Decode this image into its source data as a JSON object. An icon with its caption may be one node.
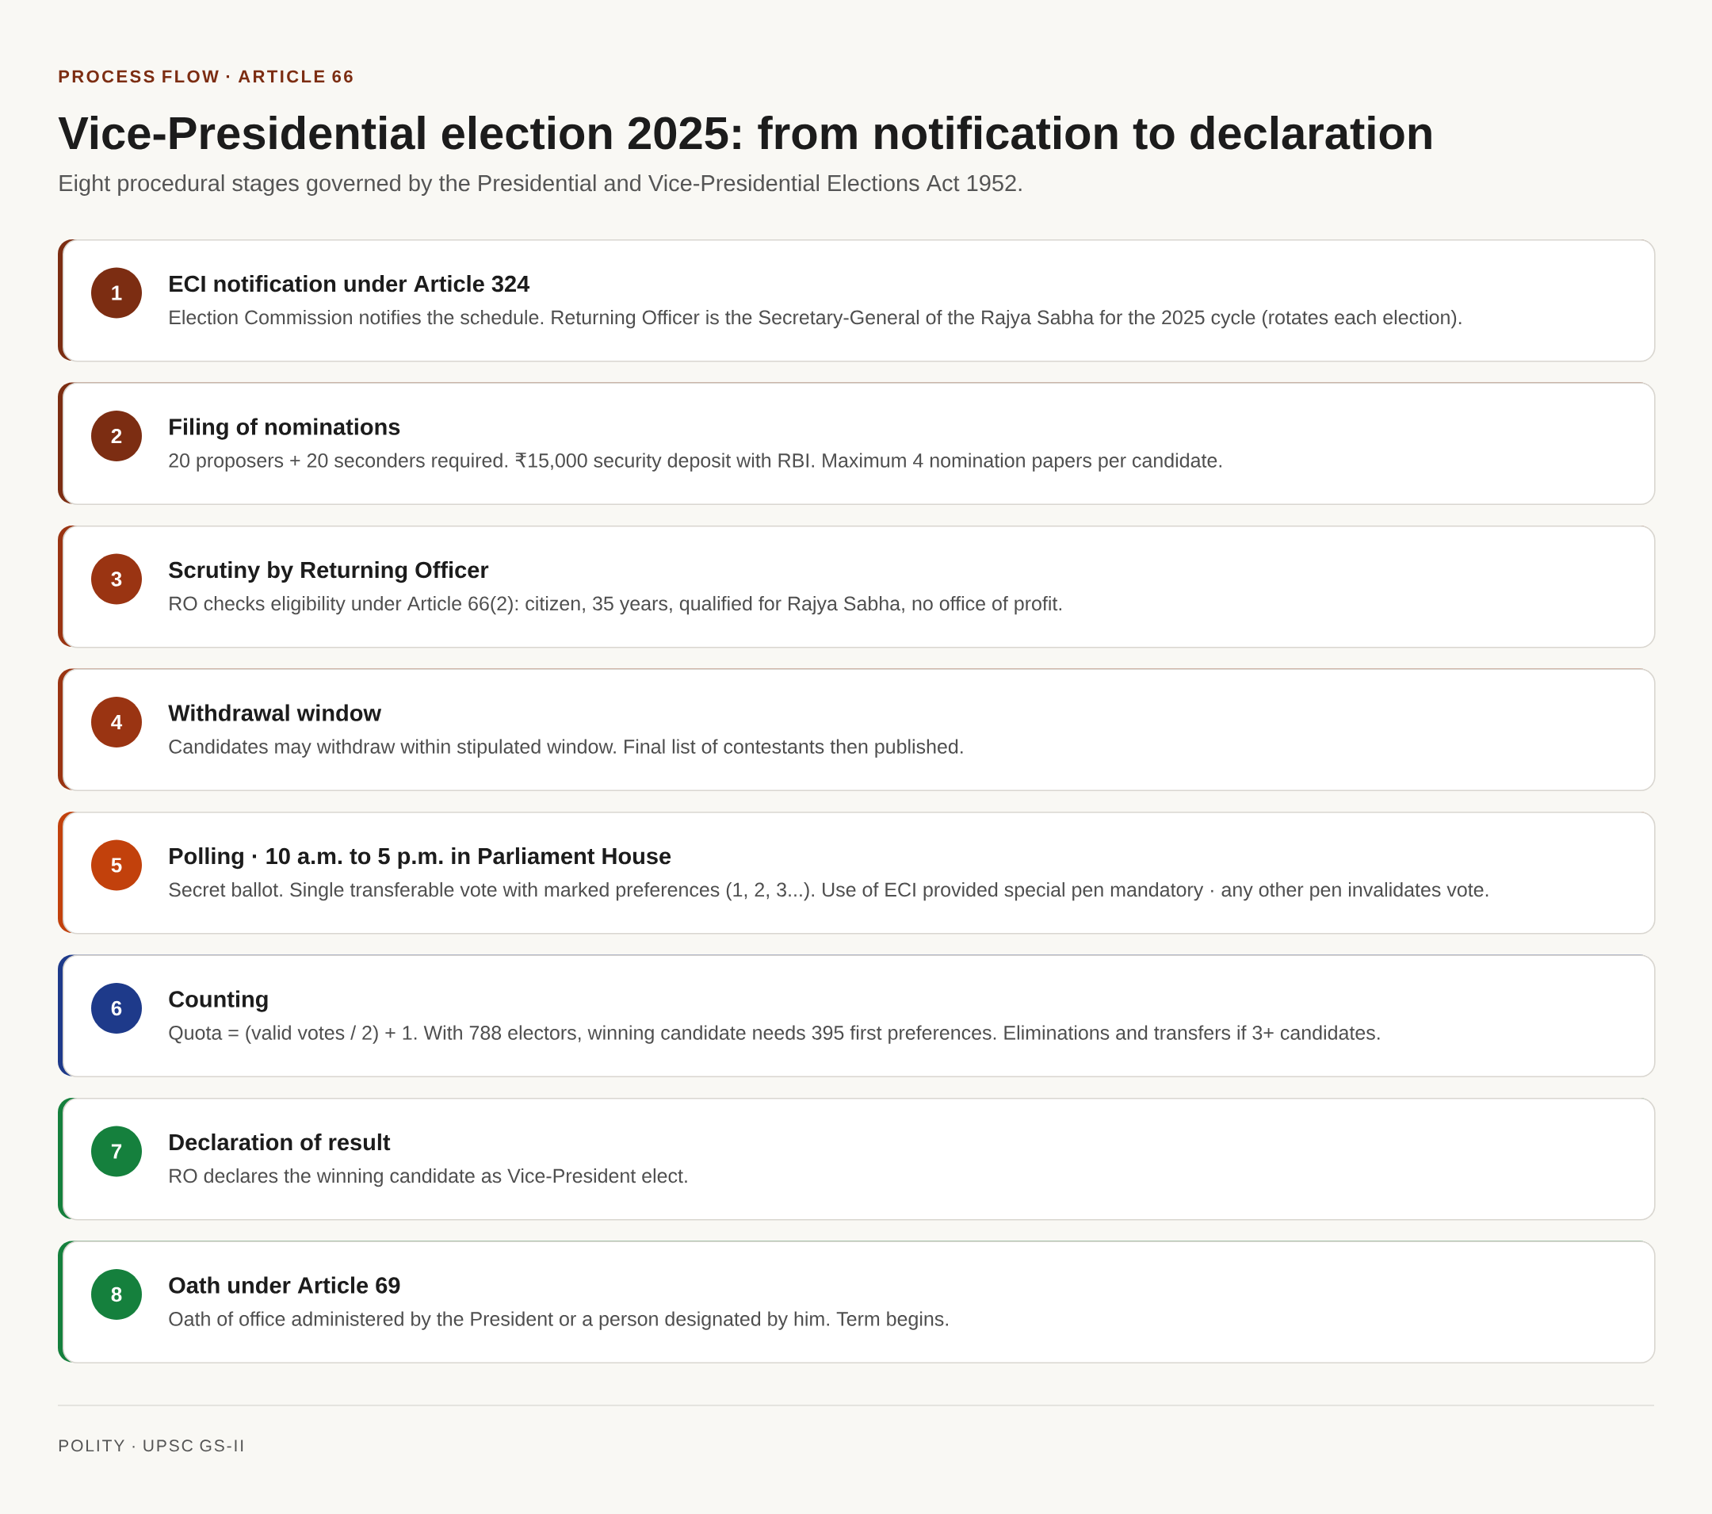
{
  "diagram": {
    "title": "Vice-Presidential election 2025: from notification to declaration",
    "caption": "Eight procedural stages governed by the Presidential and Vice-Presidential Elections Act 1952.",
    "nodes": [
      {
        "text": [
          "ECI notification under Article 324",
          "Election Commission notifies the schedule. Returning Officer is the Secretary-General of the Rajya Sabha for the 2025 cycle (rotates each election)."
        ]
      },
      {
        "text": [
          "1"
        ],
        "in": 0
      },
      {
        "text": [
          "Filing of nominations",
          "20 proposers + 20 seconders required. ₹15,000 security deposit with RBI. Maximum 4 nomination papers per candidate."
        ]
      },
      {
        "text": [
          "2"
        ],
        "in": 2
      },
      {
        "text": [
          "Scrutiny by Returning Officer",
          "RO checks eligibility under Article 66(2): citizen, 35 years, qualified for Rajya Sabha, no office of profit."
        ]
      },
      {
        "text": [
          "3"
        ],
        "in": 4
      },
      {
        "text": [
          "Withdrawal window",
          "Candidates may withdraw within stipulated window. Final list of contestants then published."
        ]
      },
      {
        "text": [
          "4"
        ],
        "in": 6
      },
      {
        "text": [
          "Polling · 10 a.m. to 5 p.m. in Parliament House",
          "Secret ballot. Single transferable vote with marked preferences (1, 2, 3...). Use of ECI provided special pen mandatory · any other pen invalidates vote."
        ]
      },
      {
        "text": [
          "5"
        ],
        "in": 8
      },
      {
        "text": [
          "Counting",
          "Quota = (valid votes / 2) + 1. With 788 electors, winning candidate needs 395 first preferences. Eliminations and transfers if 3+ candidates."
        ]
      },
      {
        "text": [
          "6"
        ],
        "in": 10
      },
      {
        "text": [
          "Declaration of result",
          "RO declares the winning candidate as Vice-President elect."
        ]
      },
      {
        "text": [
          "7"
        ],
        "in": 12
      },
      {
        "text": [
          "Oath under Article 69",
          "Oath of office administered by the President or a person designated by him. Term begins."
        ]
      },
      {
        "text": [
          "8"
        ],
        "in": 14
      }
    ],
    "labels": [
      "PROCESS FLOW · ARTICLE 66",
      "POLITY · UPSC GS-II"
    ]
  }
}
